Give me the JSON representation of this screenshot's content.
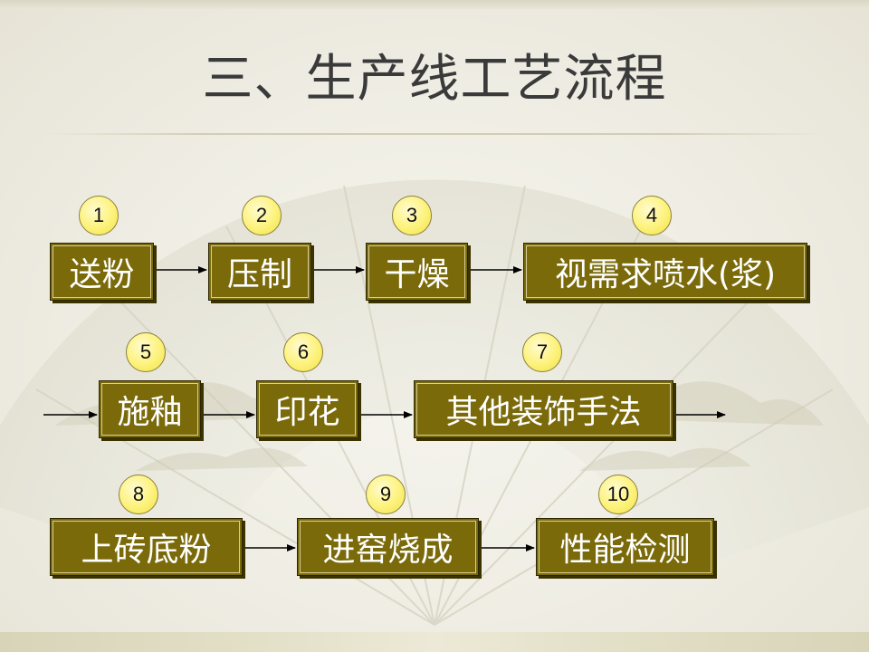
{
  "title": "三、生产线工艺流程",
  "steps": [
    {
      "number": "1",
      "label": "送粉"
    },
    {
      "number": "2",
      "label": "压制"
    },
    {
      "number": "3",
      "label": "干燥"
    },
    {
      "number": "4",
      "label": "视需求喷水(浆)"
    },
    {
      "number": "5",
      "label": "施釉"
    },
    {
      "number": "6",
      "label": "印花"
    },
    {
      "number": "7",
      "label": "其他装饰手法"
    },
    {
      "number": "8",
      "label": "上砖底粉"
    },
    {
      "number": "9",
      "label": "进窑烧成"
    },
    {
      "number": "10",
      "label": "性能检测"
    }
  ],
  "colors": {
    "box_fill": "#7a6a0a",
    "box_text": "#ffffff",
    "badge_fill": "#fdf27a",
    "arrow": "#000000",
    "title_text": "#3a3a3a"
  }
}
